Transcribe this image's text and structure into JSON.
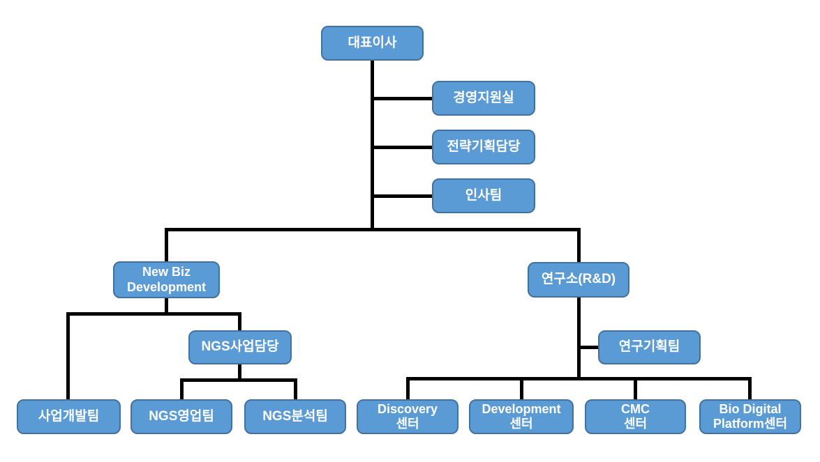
{
  "diagram": {
    "type": "org-chart",
    "colors": {
      "background": "#FFFFFF",
      "node_fill": "#5B9BD5",
      "node_border": "#41719C",
      "node_text": "#FFFFFF",
      "connector": "#000000"
    },
    "nodes": {
      "ceo": {
        "label": "대표이사"
      },
      "mgmt_support": {
        "label": "경영지원실"
      },
      "strategic_planning": {
        "label": "전략기획담당"
      },
      "hr_team": {
        "label": "인사팀"
      },
      "new_biz": {
        "label": "New Biz\nDevelopment"
      },
      "rnd": {
        "label": "연구소(R&D)"
      },
      "ngs_biz": {
        "label": "NGS사업담당"
      },
      "rnd_planning": {
        "label": "연구기획팀"
      },
      "biz_dev_team": {
        "label": "사업개발팀"
      },
      "ngs_sales_team": {
        "label": "NGS영업팀"
      },
      "ngs_analysis_team": {
        "label": "NGS분석팀"
      },
      "discovery_center": {
        "label": "Discovery\n센터"
      },
      "development_center": {
        "label": "Development\n센터"
      },
      "cmc_center": {
        "label": "CMC\n센터"
      },
      "bio_digital_center": {
        "label": "Bio Digital\nPlatform센터"
      }
    },
    "hierarchy": [
      {
        "parent": "ceo",
        "children": [
          "mgmt_support",
          "strategic_planning",
          "hr_team",
          "new_biz",
          "rnd"
        ]
      },
      {
        "parent": "new_biz",
        "children": [
          "biz_dev_team",
          "ngs_biz"
        ]
      },
      {
        "parent": "ngs_biz",
        "children": [
          "ngs_sales_team",
          "ngs_analysis_team"
        ]
      },
      {
        "parent": "rnd",
        "children": [
          "rnd_planning",
          "discovery_center",
          "development_center",
          "cmc_center",
          "bio_digital_center"
        ]
      }
    ]
  }
}
